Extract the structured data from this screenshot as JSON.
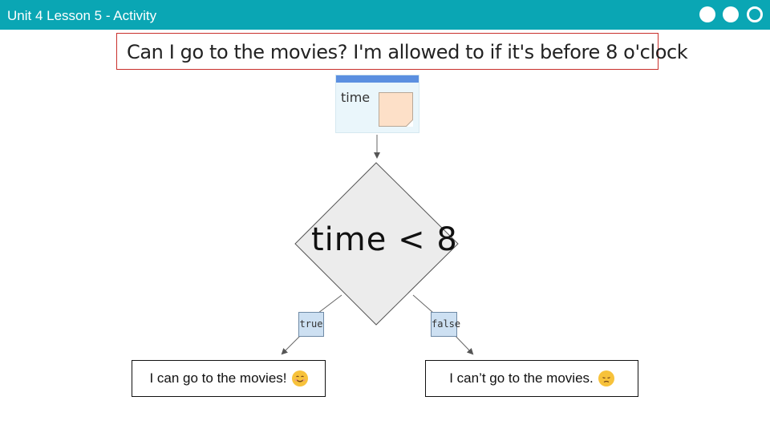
{
  "header": {
    "title": "Unit 4 Lesson 5 - Activity",
    "dots": [
      "filled",
      "filled",
      "hollow"
    ],
    "color": "#0aa6b4"
  },
  "question": {
    "text": "Can I go to the movies? I'm allowed to if it's before 8 o'clock",
    "border_color": "#c9302c"
  },
  "variable": {
    "label": "time",
    "slot_color": "#fde0c8",
    "bar_color": "#5b8fe0"
  },
  "condition": {
    "text": "time <  8"
  },
  "branches": {
    "true_label": "true",
    "false_label": "false"
  },
  "outcomes": {
    "true_text": "I can go to the movies!",
    "true_icon": "smiling-face-icon",
    "false_text": "I can’t go to the movies.",
    "false_icon": "disappointed-face-icon"
  }
}
